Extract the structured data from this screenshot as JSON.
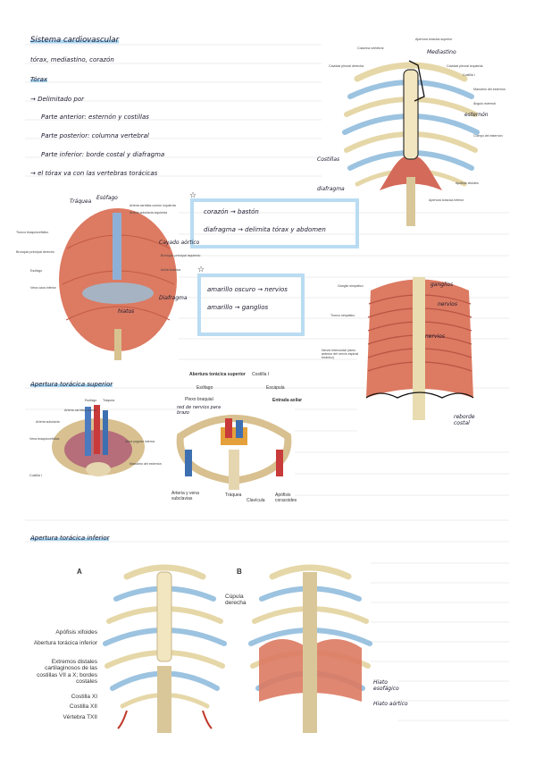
{
  "notes": {
    "title": "Sistema cardiovascular",
    "subtitle": "tórax, mediastino, corazón",
    "section_torax": "Tórax",
    "delimitado": "→ Delimitado por",
    "anterior": "Parte anterior: esternón y costillas",
    "posterior": "Parte posterior: columna vertebral",
    "inferior": "Parte inferior: borde costal y diafragma",
    "vertebras": "→ el tórax va con las vertebras torácicas",
    "box1_line1": "corazón → bastón",
    "box1_line2": "diafragma → delimita tórax y abdomen",
    "box2_line1": "amarillo oscuro → nervios",
    "box2_line2": "amarillo → ganglios",
    "apertura_superior": "Apertura torácica superior",
    "apertura_inferior": "Apertura torácica inferior"
  },
  "fig1": {
    "labels": [
      "Columna vertebral",
      "Apertura torácica superior",
      "Cavidad pleural derecha",
      "Cavidad pleural izquierda",
      "Costilla I",
      "Manubrio del esternón",
      "Ángulo esternal",
      "Cuerpo del esternón",
      "Apófisis xifoides",
      "Apertura torácica inferior"
    ],
    "hand": {
      "mediastino": "Mediastino",
      "esternon": "esternón",
      "costillas": "Costillas",
      "diafragma": "diafragma"
    }
  },
  "fig2": {
    "labels": [
      "Arteria carótida común izquierda",
      "Arteria subclavia izquierda",
      "Tronco braquiocefálico",
      "Bronquio principal derecho",
      "Bronquio principal izquierdo",
      "Esófago",
      "Aorta torácica",
      "Vena cava inferior"
    ],
    "hand": {
      "traquea": "Tráquea",
      "esofago": "Esófago",
      "cayado": "Cayado aórtico",
      "diafragma": "Diafragma",
      "hiatos": "hiatos"
    }
  },
  "fig3": {
    "labels": [
      "Ganglio simpático",
      "Tronco simpático",
      "Nervio intercostal (ramo anterior del nervio espinal torácico)"
    ],
    "hand": {
      "ganglios": "ganglios",
      "nervios1": "nervios",
      "nervios2": "nervios",
      "reborde": "reborde costal"
    }
  },
  "fig4": {
    "labels": [
      "Arteria carótida común",
      "Arteria subclavia",
      "Vena braquiocefálica",
      "Esófago",
      "Tráquea",
      "Costilla I",
      "Vena yugular interna",
      "Manubrio del esternón"
    ]
  },
  "fig5": {
    "labels": {
      "apertura": "Abertura torácica superior",
      "costilla": "Costilla I",
      "esofago": "Esófago",
      "escapula": "Escápula",
      "plexo": "Plexo braquial",
      "entrada": "Entrada axilar",
      "arteria": "Arteria y vena subclavias",
      "traquea": "Tráquea",
      "clavicula": "Clavícula",
      "apofisis": "Apófisis coracoides"
    },
    "hand": {
      "plexo": "red de nervios para brazo"
    }
  },
  "fig6": {
    "letter": "A",
    "labels": {
      "xifoides": "Apófisis xifoides",
      "apertura": "Abertura torácica inferior",
      "extremos": "Extremos distales cartilaginosos de las costillas VII a X; bordes costales",
      "cxi": "Costilla XI",
      "cxii": "Costilla XII",
      "vertebra": "Vértebra TXII"
    }
  },
  "fig7": {
    "letter": "B",
    "labels": {
      "cupula": "Cúpula derecha"
    },
    "hand": {
      "hiato_esof": "Hiato esofágico",
      "hiato_aort": "Hiato aórtico"
    }
  }
}
